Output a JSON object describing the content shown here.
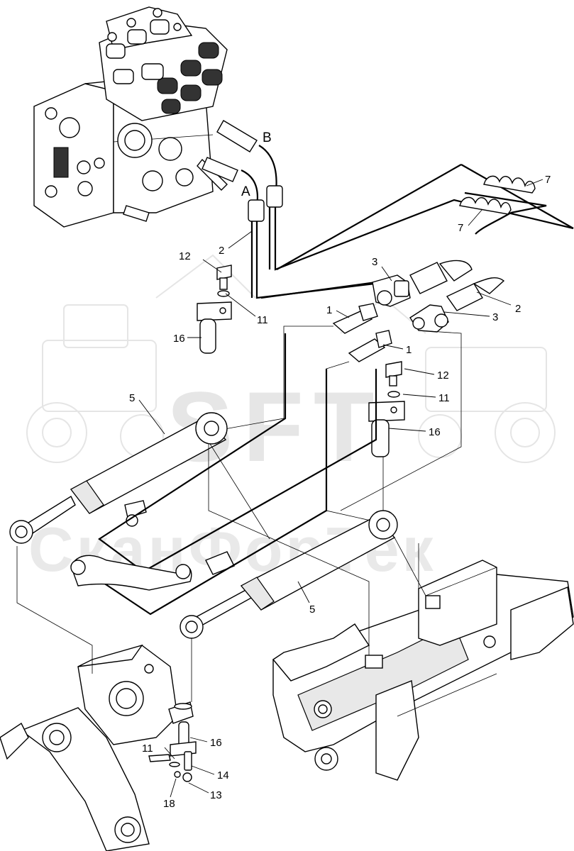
{
  "watermark": {
    "logo": "SFT",
    "company": "СканФорТек"
  },
  "ports": {
    "a": "A",
    "b": "B"
  },
  "callouts": [
    {
      "id": "c7a",
      "label": "7"
    },
    {
      "id": "c7b",
      "label": "7"
    },
    {
      "id": "c2a",
      "label": "2"
    },
    {
      "id": "c2b",
      "label": "2"
    },
    {
      "id": "c12a",
      "label": "12"
    },
    {
      "id": "c11a",
      "label": "11"
    },
    {
      "id": "c16a",
      "label": "16"
    },
    {
      "id": "c3a",
      "label": "3"
    },
    {
      "id": "c3b",
      "label": "3"
    },
    {
      "id": "c1a",
      "label": "1"
    },
    {
      "id": "c1b",
      "label": "1"
    },
    {
      "id": "c12b",
      "label": "12"
    },
    {
      "id": "c11b",
      "label": "11"
    },
    {
      "id": "c16b",
      "label": "16"
    },
    {
      "id": "c5a",
      "label": "5"
    },
    {
      "id": "c5b",
      "label": "5"
    },
    {
      "id": "c16c",
      "label": "16"
    },
    {
      "id": "c11c",
      "label": "11"
    },
    {
      "id": "c14",
      "label": "14"
    },
    {
      "id": "c18",
      "label": "18"
    },
    {
      "id": "c13",
      "label": "13"
    }
  ]
}
